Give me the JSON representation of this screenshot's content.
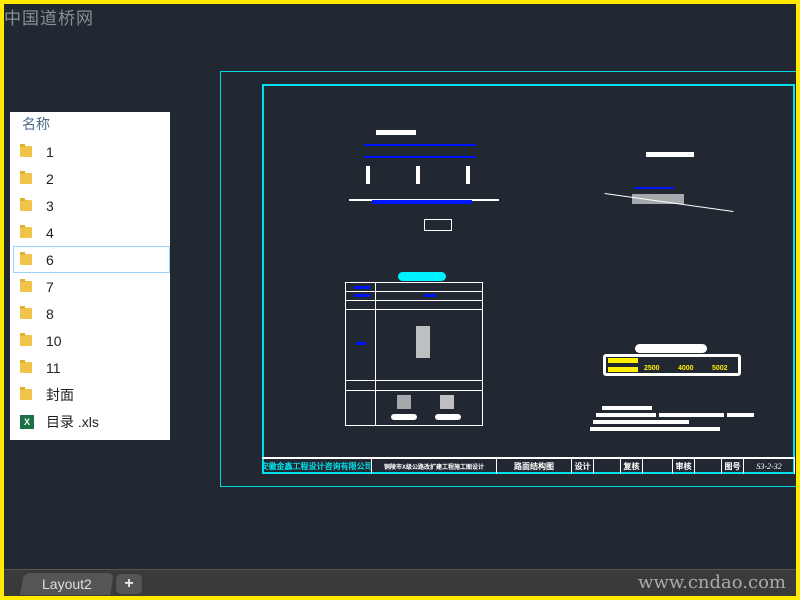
{
  "watermark_top": "中国道桥网",
  "watermark_bottom": "www.cndao.com",
  "file_panel": {
    "header": "名称",
    "items": [
      {
        "name": "1",
        "type": "folder"
      },
      {
        "name": "2",
        "type": "folder"
      },
      {
        "name": "3",
        "type": "folder"
      },
      {
        "name": "4",
        "type": "folder"
      },
      {
        "name": "6",
        "type": "folder",
        "selected": true
      },
      {
        "name": "7",
        "type": "folder"
      },
      {
        "name": "8",
        "type": "folder"
      },
      {
        "name": "10",
        "type": "folder"
      },
      {
        "name": "11",
        "type": "folder"
      },
      {
        "name": "封面",
        "type": "folder"
      },
      {
        "name": "目录 .xls",
        "type": "excel"
      }
    ]
  },
  "drawing": {
    "table_values": [
      "2500",
      "4000",
      "5002"
    ],
    "title_block": {
      "company": "安徽金鑫工程设计咨询有限公司",
      "project": "铜陵市X级公路改扩建工程施工图设计",
      "title": "路面结构图",
      "design": "设计",
      "check": "复核",
      "review": "审核",
      "sheet_label": "图号",
      "sheet_no": "S3-2-32"
    }
  },
  "tabs": {
    "layout": "Layout2",
    "add": "+"
  },
  "colors": {
    "background": "#222831",
    "border": "#ffea00",
    "cyan": "#00e0ea"
  }
}
